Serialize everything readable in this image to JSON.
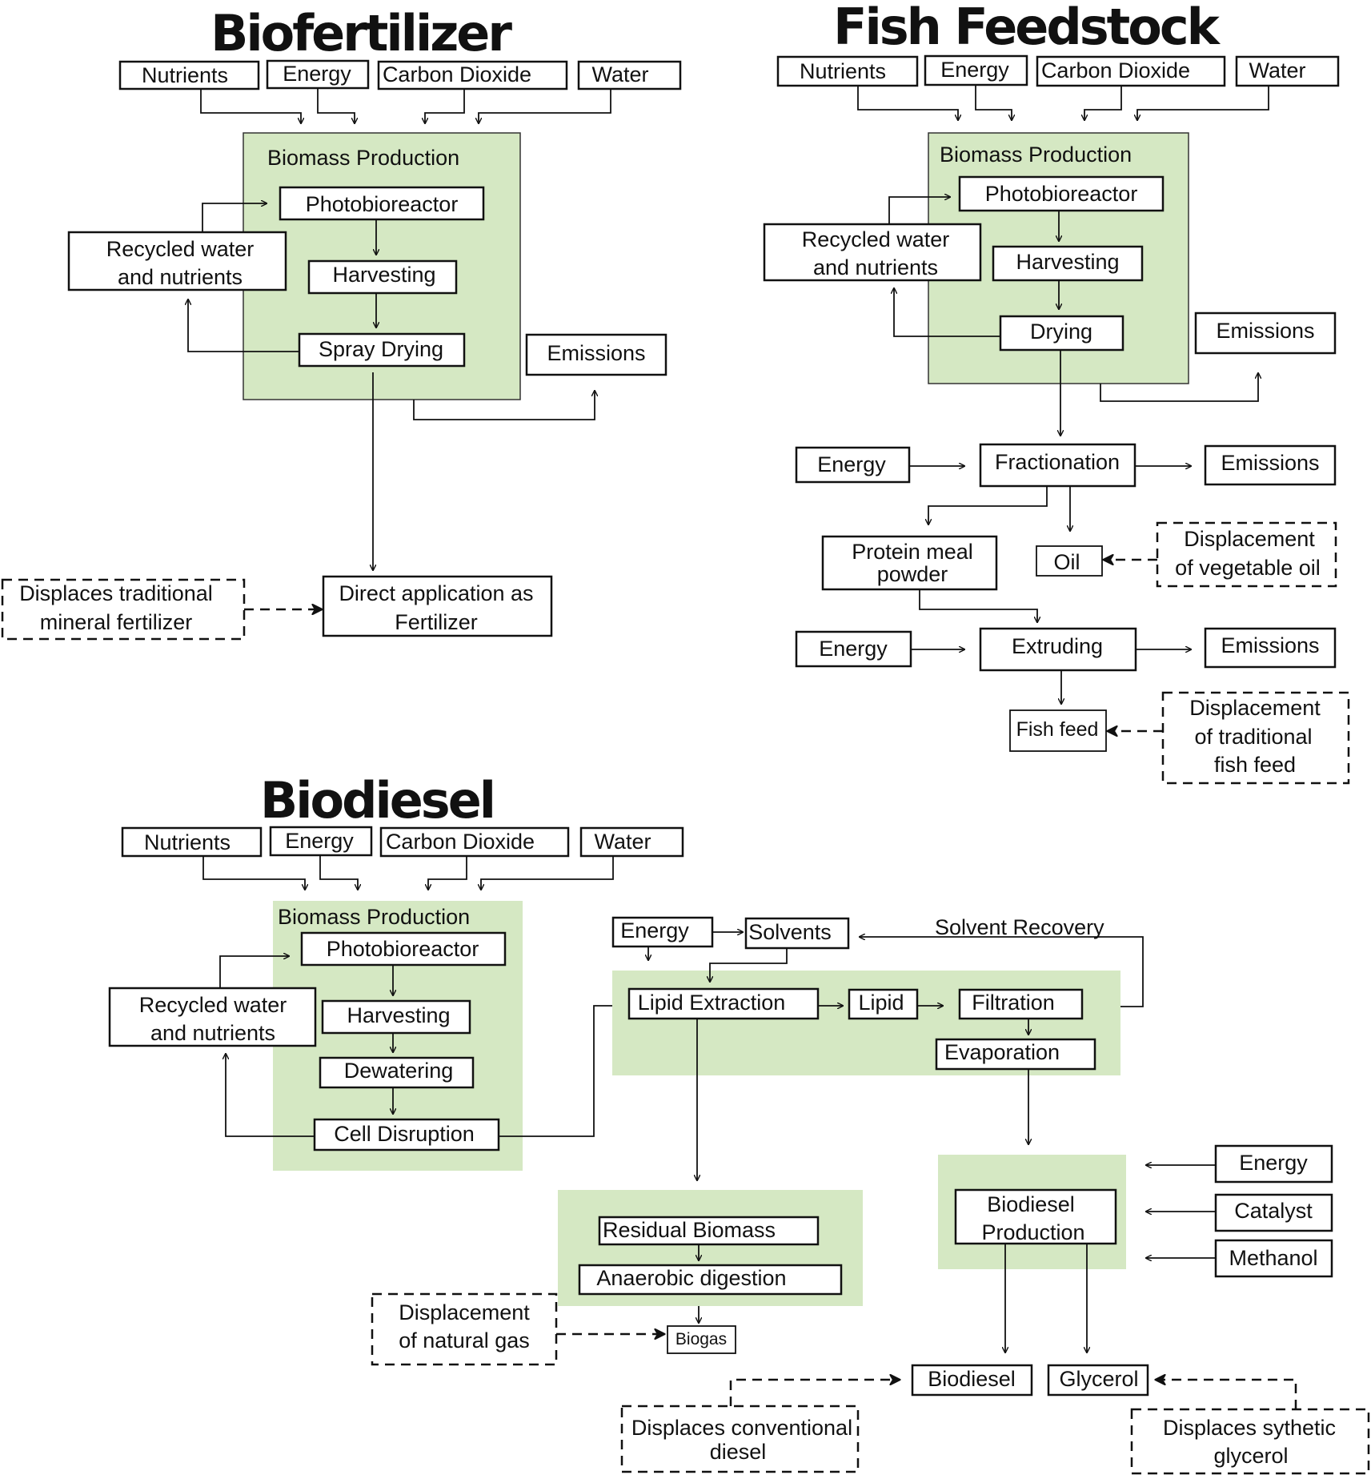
{
  "biofertilizer": {
    "title": "Biofertilizer",
    "inputs": [
      "Nutrients",
      "Energy",
      "Carbon Dioxide",
      "Water"
    ],
    "biomass_label": "Biomass Production",
    "steps": [
      "Photobioreactor",
      "Harvesting",
      "Spray Drying"
    ],
    "recycled": [
      "Recycled water",
      "and nutrients"
    ],
    "emissions": "Emissions",
    "product": [
      "Direct application as",
      "Fertilizer"
    ],
    "displaces": [
      "Displaces traditional",
      "mineral fertilizer"
    ]
  },
  "fish": {
    "title": "Fish Feedstock",
    "inputs": [
      "Nutrients",
      "Energy",
      "Carbon Dioxide",
      "Water"
    ],
    "biomass_label": "Biomass Production",
    "steps": [
      "Photobioreactor",
      "Harvesting",
      "Drying"
    ],
    "recycled": [
      "Recycled water",
      "and nutrients"
    ],
    "emissions": "Emissions",
    "energy": "Energy",
    "fractionation": "Fractionation",
    "protein": [
      "Protein meal",
      "powder"
    ],
    "oil": "Oil",
    "displace_oil": [
      "Displacement",
      "of  vegetable oil"
    ],
    "extruding": "Extruding",
    "fish_feed": "Fish feed",
    "displace_feed": [
      "Displacement",
      "of traditional",
      "fish feed"
    ]
  },
  "biodiesel": {
    "title": "Biodiesel",
    "inputs": [
      "Nutrients",
      "Energy",
      "Carbon Dioxide",
      "Water"
    ],
    "biomass_label": "Biomass Production",
    "steps": [
      "Photobioreactor",
      "Harvesting",
      "Dewatering",
      "Cell Disruption"
    ],
    "recycled": [
      "Recycled water",
      "and nutrients"
    ],
    "energy": "Energy",
    "solvents": "Solvents",
    "solvent_recovery": "Solvent Recovery",
    "lipid_extraction": "Lipid Extraction",
    "lipid": "Lipid",
    "filtration": "Filtration",
    "evaporation": "Evaporation",
    "residual": "Residual Biomass",
    "anaerobic": "Anaerobic digestion",
    "biogas": "Biogas",
    "displace_gas": [
      "Displacement",
      "of  natural gas"
    ],
    "production": [
      "Biodiesel",
      "Production"
    ],
    "side_inputs": [
      "Energy",
      "Catalyst",
      "Methanol"
    ],
    "biodiesel_out": "Biodiesel",
    "glycerol": "Glycerol",
    "displace_diesel": [
      "Displaces conventional",
      "diesel"
    ],
    "displace_glycerol": [
      "Displaces sythetic",
      "glycerol"
    ]
  }
}
